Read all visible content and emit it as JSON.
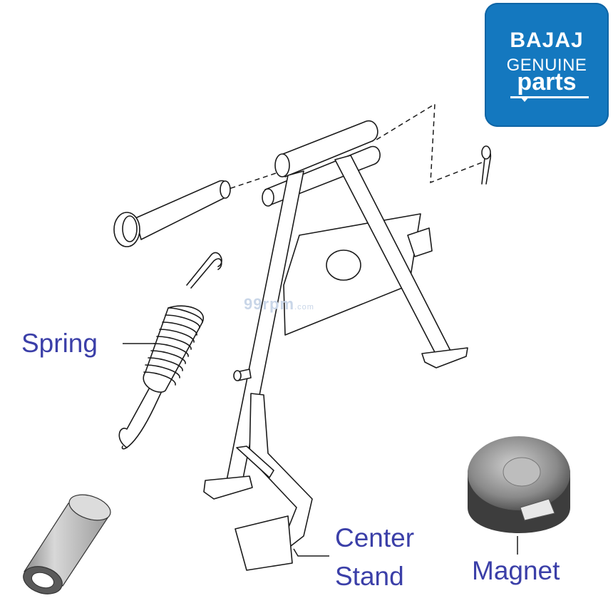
{
  "logo": {
    "brand": "BAJAJ",
    "line1": "GENUINE",
    "line2": "parts",
    "color": "#1478bf"
  },
  "watermark": {
    "main": "99rpm",
    "suffix": ".com"
  },
  "labels": {
    "spring": "Spring",
    "center_stand_line1": "Center",
    "center_stand_line2": "Stand",
    "magnet": "Magnet"
  },
  "colors": {
    "label_text": "#3b3fa8",
    "line_art": "#1a1a1a"
  }
}
